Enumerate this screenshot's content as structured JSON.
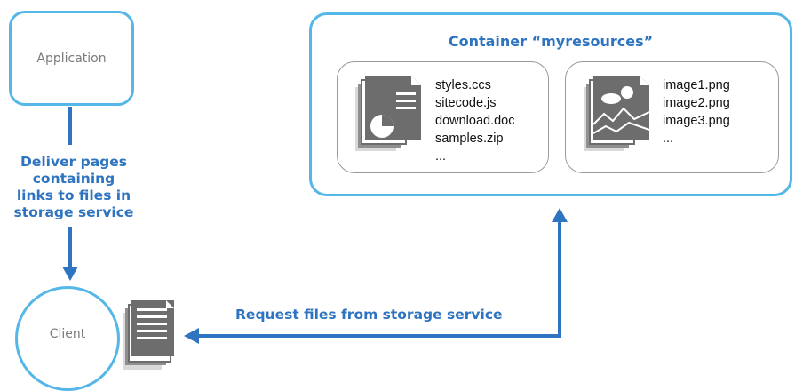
{
  "application": {
    "label": "Application"
  },
  "client": {
    "label": "Client"
  },
  "deliver_label": [
    "Deliver pages",
    "containing",
    "links to files in",
    "storage service"
  ],
  "container": {
    "title": "Container “myresources”",
    "documents": {
      "icon": "document-stack-chart-icon",
      "files": [
        "styles.ccs",
        "sitecode.js",
        "download.doc",
        "samples.zip",
        "..."
      ]
    },
    "images": {
      "icon": "image-stack-icon",
      "files": [
        "image1.png",
        "image2.png",
        "image3.png",
        "..."
      ]
    }
  },
  "request_label": "Request files from storage service",
  "colors": {
    "border": "#55b7e8",
    "text_blue": "#2e74c0",
    "arrow": "#2e74c0",
    "icon_gray": "#6d6d6d"
  }
}
